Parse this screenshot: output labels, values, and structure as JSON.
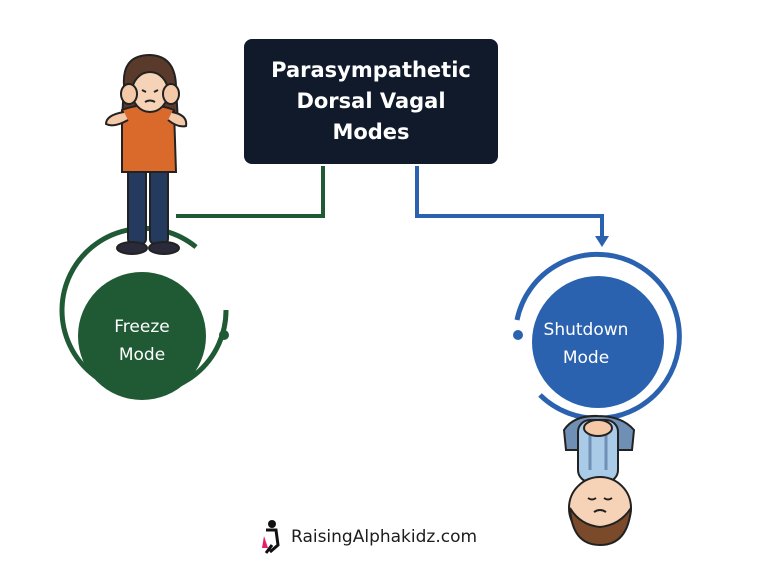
{
  "diagram": {
    "title_lines": [
      "Parasympathetic",
      "Dorsal Vagal",
      "Modes"
    ],
    "nodes": {
      "freeze": {
        "label_lines": [
          "Freeze",
          "Mode"
        ],
        "color": "#1f5a35"
      },
      "shutdown": {
        "label_lines": [
          "Shutdown",
          "Mode"
        ],
        "color": "#2b62b0"
      }
    },
    "colors": {
      "title_box": "#101a2b",
      "freeze_connector": "#1f5a35",
      "shutdown_connector": "#2b62b0"
    }
  },
  "brand": {
    "name": "RaisingAlphakidz.com",
    "logo_icon": "running-kid-logo-icon"
  }
}
